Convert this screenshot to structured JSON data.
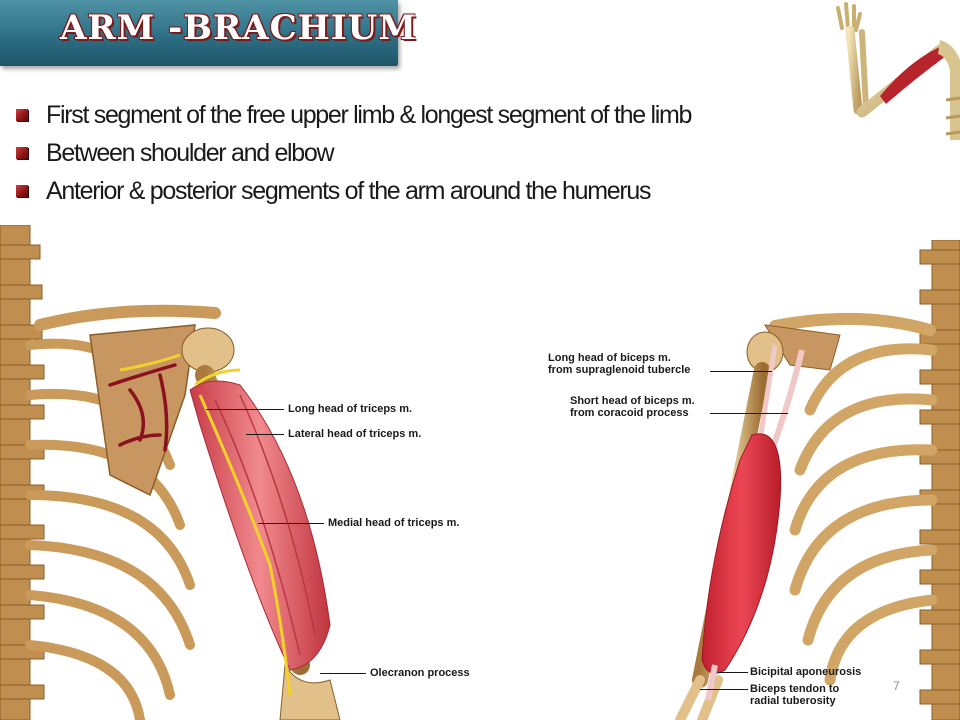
{
  "slide": {
    "title": "ARM -BRACHIUM",
    "bullets": [
      "First segment of the free upper limb & longest segment of the limb",
      "Between shoulder and elbow",
      "Anterior & posterior segments of the arm around the humerus"
    ],
    "page_number": "7"
  },
  "posterior_figure": {
    "labels": {
      "long_head": "Long head of triceps m.",
      "lateral_head": "Lateral head of triceps m.",
      "medial_head": "Medial head of triceps m.",
      "olecranon": "Olecranon process"
    }
  },
  "anterior_figure": {
    "labels": {
      "long_head_1": "Long head of biceps m.",
      "long_head_2": "from supraglenoid tubercle",
      "short_head_1": "Short head of biceps m.",
      "short_head_2": "from coracoid process",
      "aponeurosis": "Bicipital aponeurosis",
      "tendon_1": "Biceps tendon to",
      "tendon_2": "radial tuberosity"
    }
  },
  "colors": {
    "title_bar": "#2e6f85",
    "bullet_marker": "#a01f1f",
    "bone": "#d9b27c",
    "muscle": "#e0505a",
    "nerve": "#f2d22a",
    "artery": "#8b1020"
  }
}
